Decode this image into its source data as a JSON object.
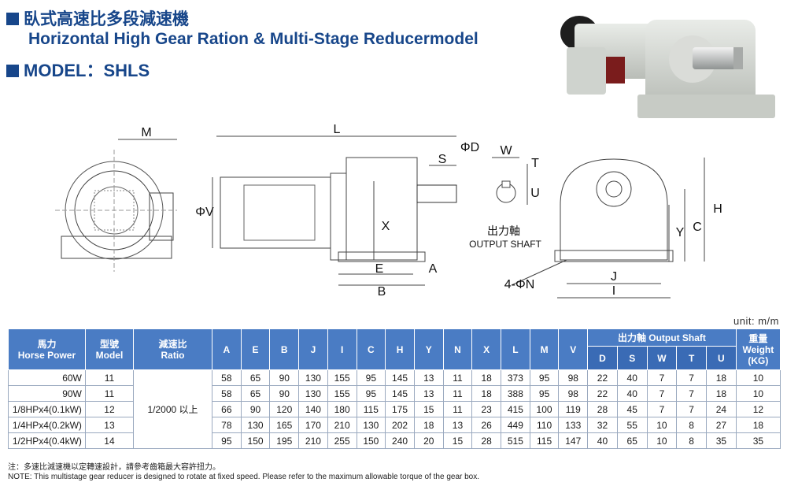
{
  "header": {
    "title_zh": "臥式高速比多段減速機",
    "title_en": "Horizontal High Gear Ration & Multi-Stage Reducermodel",
    "model_line": "MODEL：SHLS"
  },
  "drawing": {
    "dims": [
      "M",
      "L",
      "S",
      "ΦD",
      "W",
      "T",
      "U",
      "ΦV",
      "X",
      "E",
      "B",
      "A",
      "H",
      "C",
      "Y",
      "J",
      "I",
      "4-ΦN"
    ],
    "output_shaft_zh": "出力軸",
    "output_shaft_en": "OUTPUT SHAFT"
  },
  "unit": "unit: m/m",
  "table": {
    "headers": {
      "hp_zh": "馬力",
      "hp_en": "Horse Power",
      "model_zh": "型號",
      "model_en": "Model",
      "ratio_zh": "減速比",
      "ratio_en": "Ratio",
      "dims": [
        "A",
        "E",
        "B",
        "J",
        "I",
        "C",
        "H",
        "Y",
        "N",
        "X",
        "L",
        "M",
        "V"
      ],
      "output_group": "出力軸 Output Shaft",
      "shaft_dims": [
        "D",
        "S",
        "W",
        "T",
        "U"
      ],
      "weight_zh": "重量",
      "weight_en": "Weight",
      "weight_unit": "(KG)"
    },
    "ratio_value": "1/2000 以上",
    "rows": [
      {
        "hp": "60W",
        "model": "11",
        "vals": [
          "58",
          "65",
          "90",
          "130",
          "155",
          "95",
          "145",
          "13",
          "11",
          "18",
          "373",
          "95",
          "98"
        ],
        "shaft": [
          "22",
          "40",
          "7",
          "7",
          "18"
        ],
        "weight": "10"
      },
      {
        "hp": "90W",
        "model": "11",
        "vals": [
          "58",
          "65",
          "90",
          "130",
          "155",
          "95",
          "145",
          "13",
          "11",
          "18",
          "388",
          "95",
          "98"
        ],
        "shaft": [
          "22",
          "40",
          "7",
          "7",
          "18"
        ],
        "weight": "10"
      },
      {
        "hp": "1/8HPx4(0.1kW)",
        "model": "12",
        "vals": [
          "66",
          "90",
          "120",
          "140",
          "180",
          "115",
          "175",
          "15",
          "11",
          "23",
          "415",
          "100",
          "119"
        ],
        "shaft": [
          "28",
          "45",
          "7",
          "7",
          "24"
        ],
        "weight": "12"
      },
      {
        "hp": "1/4HPx4(0.2kW)",
        "model": "13",
        "vals": [
          "78",
          "130",
          "165",
          "170",
          "210",
          "130",
          "202",
          "18",
          "13",
          "26",
          "449",
          "110",
          "133"
        ],
        "shaft": [
          "32",
          "55",
          "10",
          "8",
          "27"
        ],
        "weight": "18"
      },
      {
        "hp": "1/2HPx4(0.4kW)",
        "model": "14",
        "vals": [
          "95",
          "150",
          "195",
          "210",
          "255",
          "150",
          "240",
          "20",
          "15",
          "28",
          "515",
          "115",
          "147"
        ],
        "shaft": [
          "40",
          "65",
          "10",
          "8",
          "35"
        ],
        "weight": "35"
      }
    ]
  },
  "notes": {
    "zh": "注：多速比減速機以定轉速設計，請參考齒箱最大容許扭力。",
    "en": "NOTE: This multistage gear reducer is designed to rotate at fixed speed.  Please refer to the maximum allowable torque of the gear box."
  }
}
